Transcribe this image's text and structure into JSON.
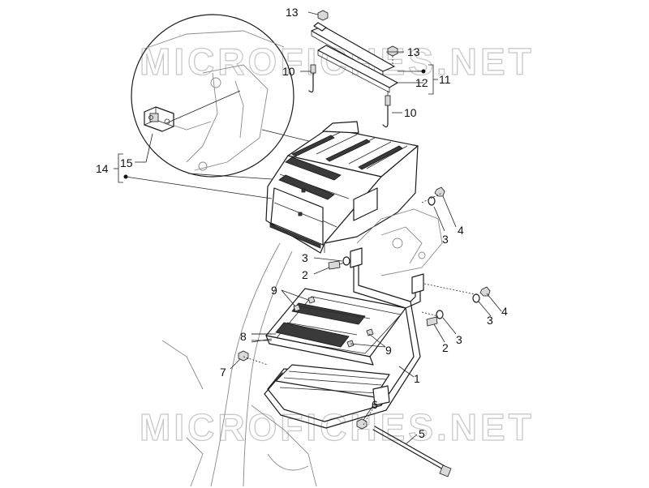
{
  "watermark": {
    "text": "MICROFICHES.NET"
  },
  "callouts": {
    "c1": "1",
    "c2a": "2",
    "c2b": "2",
    "c3a": "3",
    "c3b": "3",
    "c3c": "3",
    "c3d": "3",
    "c4a": "4",
    "c4b": "4",
    "c5": "5",
    "c6": "6",
    "c7": "7",
    "c8": "8",
    "c9a": "9",
    "c9b": "9",
    "c10a": "10",
    "c10b": "10",
    "c11": "11",
    "c12": "12",
    "c13a": "13",
    "c13b": "13",
    "c14": "14",
    "c15": "15"
  }
}
